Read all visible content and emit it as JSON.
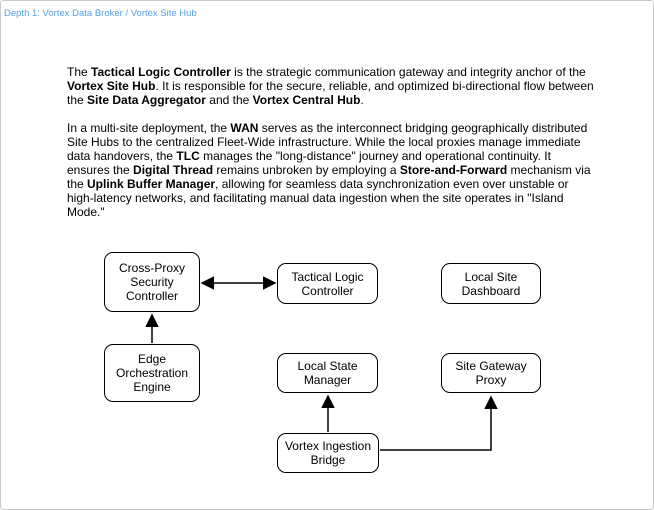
{
  "breadcrumb": {
    "label": "Depth 1: Vortex Data Broker / Vortex Site Hub"
  },
  "description": {
    "paragraphs": [
      {
        "segments": [
          {
            "text": "The ",
            "bold": false
          },
          {
            "text": "Tactical Logic Controller",
            "bold": true
          },
          {
            "text": " is the strategic communication gateway and integrity anchor of the ",
            "bold": false
          },
          {
            "text": "Vortex Site Hub",
            "bold": true
          },
          {
            "text": ". It is responsible for the secure, reliable, and optimized bi-directional flow between the ",
            "bold": false
          },
          {
            "text": "Site Data Aggregator",
            "bold": true
          },
          {
            "text": " and the ",
            "bold": false
          },
          {
            "text": "Vortex Central Hub",
            "bold": true
          },
          {
            "text": ".",
            "bold": false
          }
        ]
      },
      {
        "segments": [
          {
            "text": "In a multi-site deployment, the ",
            "bold": false
          },
          {
            "text": "WAN",
            "bold": true
          },
          {
            "text": " serves as the interconnect bridging geographically distributed Site Hubs to the centralized Fleet-Wide infrastructure. While the local proxies manage immediate data handovers, the ",
            "bold": false
          },
          {
            "text": "TLC",
            "bold": true
          },
          {
            "text": " manages the \"long-distance\" journey and operational continuity. It ensures the ",
            "bold": false
          },
          {
            "text": "Digital Thread",
            "bold": true
          },
          {
            "text": " remains unbroken by employing a ",
            "bold": false
          },
          {
            "text": "Store-and-Forward",
            "bold": true
          },
          {
            "text": " mechanism via the ",
            "bold": false
          },
          {
            "text": "Uplink Buffer Manager",
            "bold": true
          },
          {
            "text": ", allowing for seamless data synchronization even over unstable or high-latency networks, and facilitating manual data ingestion when the site operates in \"Island Mode.\"",
            "bold": false
          }
        ]
      }
    ]
  },
  "diagram": {
    "nodes": [
      {
        "id": "cross-proxy-security-controller",
        "label": "Cross-Proxy Security Controller"
      },
      {
        "id": "tactical-logic-controller",
        "label": "Tactical Logic Controller"
      },
      {
        "id": "local-site-dashboard",
        "label": "Local Site Dashboard"
      },
      {
        "id": "edge-orchestration-engine",
        "label": "Edge Orchestration Engine"
      },
      {
        "id": "local-state-manager",
        "label": "Local State Manager"
      },
      {
        "id": "site-gateway-proxy",
        "label": "Site Gateway Proxy"
      },
      {
        "id": "vortex-ingestion-bridge",
        "label": "Vortex Ingestion Bridge"
      }
    ],
    "edges": [
      {
        "from": "cross-proxy-security-controller",
        "to": "tactical-logic-controller",
        "type": "bidirectional"
      },
      {
        "from": "edge-orchestration-engine",
        "to": "cross-proxy-security-controller",
        "type": "directed"
      },
      {
        "from": "vortex-ingestion-bridge",
        "to": "local-state-manager",
        "type": "directed"
      },
      {
        "from": "vortex-ingestion-bridge",
        "to": "site-gateway-proxy",
        "type": "directed"
      }
    ]
  },
  "colors": {
    "breadcrumb_link": "#54a0ee",
    "node_border": "#000000",
    "node_fill": "#ffffff",
    "page_border": "#c9c9c9",
    "text": "#000000"
  }
}
